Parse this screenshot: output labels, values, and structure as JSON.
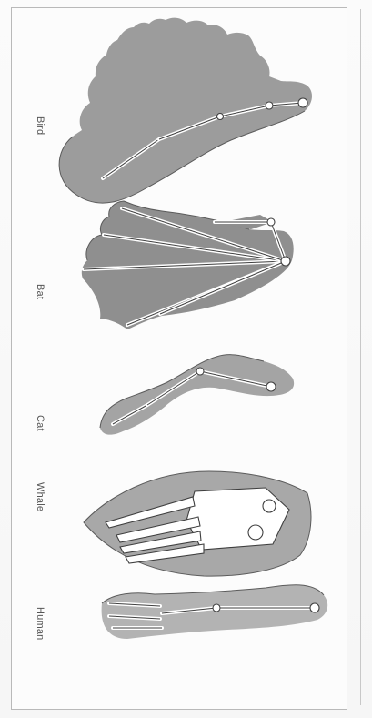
{
  "diagram": {
    "labels": {
      "bird": "Bird",
      "bat": "Bat",
      "cat": "Cat",
      "whale": "Whale",
      "human": "Human"
    }
  }
}
